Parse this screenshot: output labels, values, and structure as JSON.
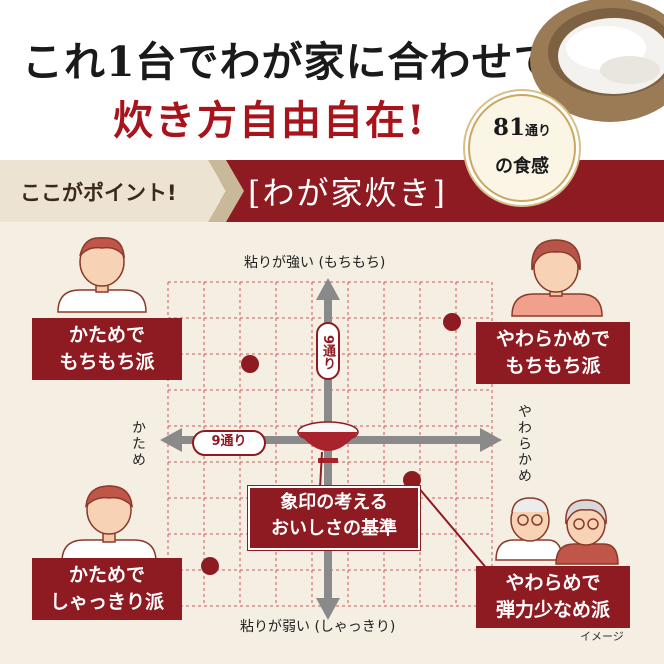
{
  "header": {
    "title_line1": "これ1台でわが家に合わせて",
    "title_line2": "炊き方自由自在!",
    "badge_number": "81",
    "badge_suffix": "通り",
    "badge_line2": "の食感"
  },
  "band": {
    "point_label": "ここがポイント!",
    "feature_title": "[わが家炊き]"
  },
  "axes": {
    "top": "粘りが強い (もちもち)",
    "bottom": "粘りが弱い (しゃっきり)",
    "left": "かため",
    "right": "やわらかめ",
    "vertical_count": "9通り",
    "horizontal_count": "9通り"
  },
  "boxes": {
    "top_left": [
      "かためで",
      "もちもち派"
    ],
    "top_right": [
      "やわらかめで",
      "もちもち派"
    ],
    "bottom_left": [
      "かためで",
      "しゃっきり派"
    ],
    "bottom_right": [
      "やわらめで",
      "弾力少なめ派"
    ]
  },
  "center_label": [
    "象印の考える",
    "おいしさの基準"
  ],
  "note": "イメージ",
  "colors": {
    "brand_red": "#8e1b22",
    "title_red": "#a8141c",
    "grid_line": "#c85a5a",
    "background": "#f5efe3",
    "arrow_gray": "#8a8a8a"
  }
}
